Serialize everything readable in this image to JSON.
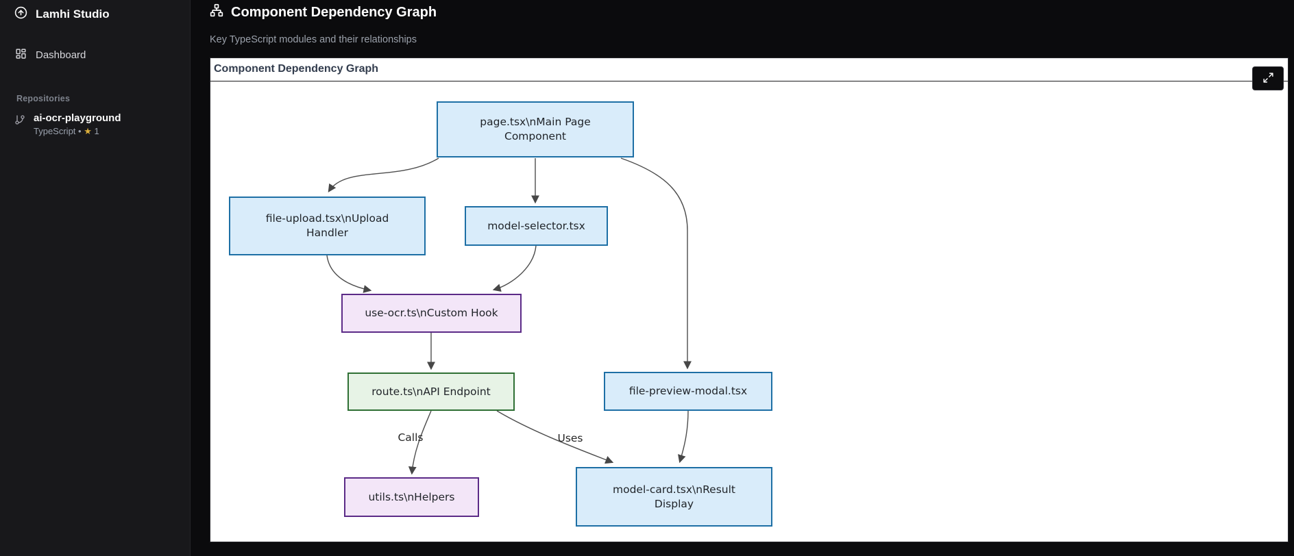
{
  "colors": {
    "sidebar_bg": "#18181b",
    "main_bg": "#0b0b0d",
    "panel_bg": "#ffffff",
    "accent_star": "#dcaf3c",
    "node_blue_fill": "#d9ecfa",
    "node_blue_border": "#1d6fa5",
    "node_purple_fill": "#f3e6f8",
    "node_purple_border": "#5b2a87",
    "node_green_fill": "#e7f3e6",
    "node_green_border": "#2e6f33",
    "edge_stroke": "#4d4d4d"
  },
  "sidebar": {
    "app_name": "Lamhi Studio",
    "logo_icon": "arrow-up-circle-icon",
    "nav": [
      {
        "label": "Dashboard",
        "icon": "dashboard-icon"
      }
    ],
    "section_label": "Repositories",
    "repo": {
      "icon": "git-branch-icon",
      "name": "ai-ocr-playground",
      "language": "TypeScript",
      "separator": "•",
      "star_icon": "star-icon",
      "stars": "1"
    }
  },
  "header": {
    "icon": "network-icon",
    "title": "Component Dependency Graph",
    "subtitle": "Key TypeScript modules and their relationships"
  },
  "panel": {
    "title": "Component Dependency Graph",
    "expand_icon": "maximize-icon"
  },
  "diagram": {
    "type": "flowchart",
    "nodes": [
      {
        "id": "page",
        "label": "page.tsx\\nMain Page Component",
        "style": "blue"
      },
      {
        "id": "file-upload",
        "label": "file-upload.tsx\\nUpload Handler",
        "style": "blue"
      },
      {
        "id": "model-selector",
        "label": "model-selector.tsx",
        "style": "blue"
      },
      {
        "id": "use-ocr",
        "label": "use-ocr.ts\\nCustom Hook",
        "style": "purple"
      },
      {
        "id": "route",
        "label": "route.ts\\nAPI Endpoint",
        "style": "green"
      },
      {
        "id": "file-preview",
        "label": "file-preview-modal.tsx",
        "style": "blue"
      },
      {
        "id": "utils",
        "label": "utils.ts\\nHelpers",
        "style": "purple"
      },
      {
        "id": "model-card",
        "label": "model-card.tsx\\nResult Display",
        "style": "blue"
      }
    ],
    "edges": [
      {
        "from": "page",
        "to": "file-upload",
        "label": ""
      },
      {
        "from": "page",
        "to": "model-selector",
        "label": ""
      },
      {
        "from": "page",
        "to": "file-preview",
        "label": ""
      },
      {
        "from": "file-upload",
        "to": "use-ocr",
        "label": ""
      },
      {
        "from": "model-selector",
        "to": "use-ocr",
        "label": ""
      },
      {
        "from": "use-ocr",
        "to": "route",
        "label": ""
      },
      {
        "from": "route",
        "to": "utils",
        "label": "Calls"
      },
      {
        "from": "route",
        "to": "model-card",
        "label": "Uses"
      },
      {
        "from": "file-preview",
        "to": "model-card",
        "label": ""
      }
    ]
  }
}
